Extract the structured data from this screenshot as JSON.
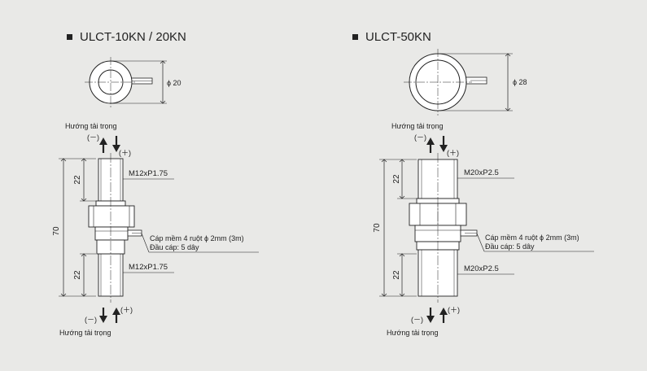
{
  "left_model": {
    "title": "ULCT-10KN / 20KN",
    "diameter_label": "ϕ 20",
    "overall_length": "70",
    "top_thread_length": "22",
    "bottom_thread_length": "22",
    "top_thread_spec": "M12xP1.75",
    "bottom_thread_spec": "M12xP1.75",
    "cable_spec": "Cáp mềm 4 ruột  ϕ 2mm (3m)",
    "cable_end": "Đầu cáp: 5 dây",
    "load_direction_top": "Hướng tải trọng",
    "load_direction_bottom": "Hướng tải trọng",
    "minus_top": "(－)",
    "plus_top": "(＋)",
    "minus_bottom": "(－)",
    "plus_bottom": "(＋)"
  },
  "right_model": {
    "title": "ULCT-50KN",
    "diameter_label": "ϕ 28",
    "overall_length": "70",
    "top_thread_length": "22",
    "bottom_thread_length": "22",
    "top_thread_spec": "M20xP2.5",
    "bottom_thread_spec": "M20xP2.5",
    "cable_spec": "Cáp mềm 4 ruột  ϕ 2mm (3m)",
    "cable_end": "Đầu cáp: 5 dây",
    "load_direction_top": "Hướng tải trọng",
    "load_direction_bottom": "Hướng tải trọng",
    "minus_top": "(－)",
    "plus_top": "(＋)",
    "minus_bottom": "(－)",
    "plus_bottom": "(＋)"
  },
  "colors": {
    "background": "#e9e9e7",
    "line": "#222222",
    "body_fill": "#ffffff"
  }
}
